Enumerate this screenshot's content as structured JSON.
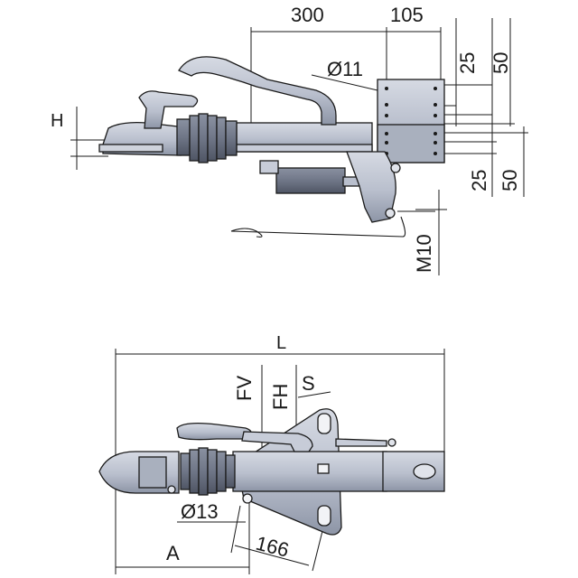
{
  "side_view": {
    "labels": {
      "d300": "300",
      "d105": "105",
      "d11": "Ø11",
      "h": "H",
      "d25_top": "25",
      "d50_top": "50",
      "d25_bottom": "25",
      "d50_bottom": "50",
      "m10": "M10"
    }
  },
  "top_view": {
    "labels": {
      "l": "L",
      "fv": "FV",
      "fh": "FH",
      "s": "S",
      "d13": "Ø13",
      "a": "A",
      "d166": "166"
    }
  },
  "colors": {
    "steel": "#b9bfcd",
    "steel_dark": "#8d95a6",
    "steel_light": "#d6dae3",
    "bellow": "#6f7687",
    "line": "#1a1a1a"
  }
}
